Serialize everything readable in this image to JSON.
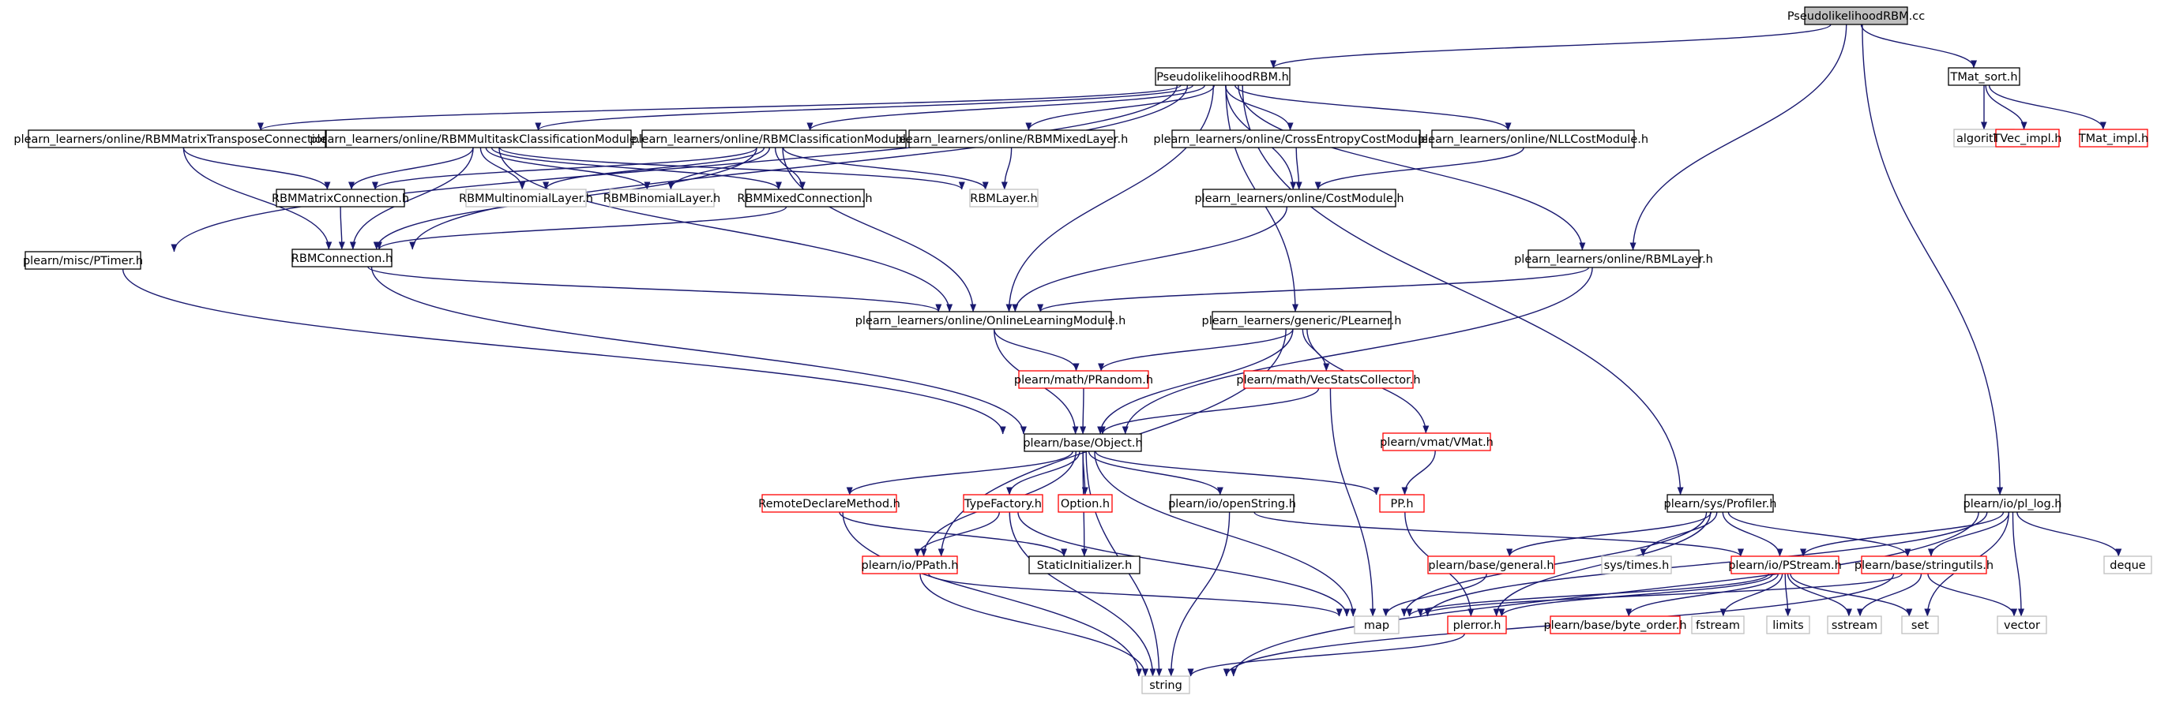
{
  "colors": {
    "edge": "#191970",
    "box_black": "#000000",
    "box_red": "#ff0000",
    "box_gray": "#bfbfbf",
    "root_fill": "#bfbfbf",
    "text": "#000000"
  },
  "nodes": [
    {
      "id": "root",
      "label": "PseudolikelihoodRBM.cc",
      "style": "root"
    },
    {
      "id": "prbmh",
      "label": "PseudolikelihoodRBM.h",
      "style": "black"
    },
    {
      "id": "tmatsort",
      "label": "TMat_sort.h",
      "style": "black"
    },
    {
      "id": "algorithm",
      "label": "algorithm",
      "style": "gray"
    },
    {
      "id": "tvecimpl",
      "label": "TVec_impl.h",
      "style": "red"
    },
    {
      "id": "tmatimpl",
      "label": "TMat_impl.h",
      "style": "red"
    },
    {
      "id": "ptimer",
      "label": "plearn/misc/PTimer.h",
      "style": "black"
    },
    {
      "id": "rbmmtc",
      "label": "plearn_learners/online/RBMMatrixTransposeConnection.h",
      "style": "black"
    },
    {
      "id": "rbmmtcm",
      "label": "plearn_learners/online/RBMMultitaskClassificationModule.h",
      "style": "black"
    },
    {
      "id": "rbmcm",
      "label": "plearn_learners/online/RBMClassificationModule.h",
      "style": "black"
    },
    {
      "id": "rbmmixedlayer",
      "label": "plearn_learners/online/RBMMixedLayer.h",
      "style": "black"
    },
    {
      "id": "crossentropy",
      "label": "plearn_learners/online/CrossEntropyCostModule.h",
      "style": "black"
    },
    {
      "id": "nllcost",
      "label": "plearn_learners/online/NLLCostModule.h",
      "style": "black"
    },
    {
      "id": "rbmmatrixconn",
      "label": "RBMMatrixConnection.h",
      "style": "black"
    },
    {
      "id": "rbmmultinomial",
      "label": "RBMMultinomialLayer.h",
      "style": "gray"
    },
    {
      "id": "rbmbinomial",
      "label": "RBMBinomialLayer.h",
      "style": "gray"
    },
    {
      "id": "rbmmixedconn",
      "label": "RBMMixedConnection.h",
      "style": "black"
    },
    {
      "id": "rbmlayerh",
      "label": "RBMLayer.h",
      "style": "gray"
    },
    {
      "id": "costmodule",
      "label": "plearn_learners/online/CostModule.h",
      "style": "black"
    },
    {
      "id": "rbmconn",
      "label": "RBMConnection.h",
      "style": "black"
    },
    {
      "id": "onlinelm",
      "label": "plearn_learners/online/OnlineLearningModule.h",
      "style": "black"
    },
    {
      "id": "rbmlayerfull",
      "label": "plearn_learners/online/RBMLayer.h",
      "style": "black"
    },
    {
      "id": "plearner",
      "label": "plearn_learners/generic/PLearner.h",
      "style": "black"
    },
    {
      "id": "prandom",
      "label": "plearn/math/PRandom.h",
      "style": "red"
    },
    {
      "id": "vecstats",
      "label": "plearn/math/VecStatsCollector.h",
      "style": "red"
    },
    {
      "id": "vmat",
      "label": "plearn/vmat/VMat.h",
      "style": "red"
    },
    {
      "id": "object",
      "label": "plearn/base/Object.h",
      "style": "black"
    },
    {
      "id": "remotedecl",
      "label": "RemoteDeclareMethod.h",
      "style": "red"
    },
    {
      "id": "typefactory",
      "label": "TypeFactory.h",
      "style": "red"
    },
    {
      "id": "option",
      "label": "Option.h",
      "style": "red"
    },
    {
      "id": "openstring",
      "label": "plearn/io/openString.h",
      "style": "black"
    },
    {
      "id": "pph",
      "label": "PP.h",
      "style": "red"
    },
    {
      "id": "profiler",
      "label": "plearn/sys/Profiler.h",
      "style": "black"
    },
    {
      "id": "pllog",
      "label": "plearn/io/pl_log.h",
      "style": "black"
    },
    {
      "id": "ppath",
      "label": "plearn/io/PPath.h",
      "style": "red"
    },
    {
      "id": "staticinit",
      "label": "StaticInitializer.h",
      "style": "black"
    },
    {
      "id": "general",
      "label": "plearn/base/general.h",
      "style": "red"
    },
    {
      "id": "systimes",
      "label": "sys/times.h",
      "style": "gray"
    },
    {
      "id": "pstream",
      "label": "plearn/io/PStream.h",
      "style": "red"
    },
    {
      "id": "stringutils",
      "label": "plearn/base/stringutils.h",
      "style": "red"
    },
    {
      "id": "deque",
      "label": "deque",
      "style": "gray"
    },
    {
      "id": "map",
      "label": "map",
      "style": "gray"
    },
    {
      "id": "plerror",
      "label": "plerror.h",
      "style": "red"
    },
    {
      "id": "byteorder",
      "label": "plearn/base/byte_order.h",
      "style": "red"
    },
    {
      "id": "fstream",
      "label": "fstream",
      "style": "gray"
    },
    {
      "id": "limits",
      "label": "limits",
      "style": "gray"
    },
    {
      "id": "sstream",
      "label": "sstream",
      "style": "gray"
    },
    {
      "id": "set",
      "label": "set",
      "style": "gray"
    },
    {
      "id": "vector",
      "label": "vector",
      "style": "gray"
    },
    {
      "id": "string",
      "label": "string",
      "style": "gray"
    }
  ],
  "edges": [
    [
      "root",
      "prbmh"
    ],
    [
      "root",
      "tmatsort"
    ],
    [
      "root",
      "rbmlayerfull"
    ],
    [
      "root",
      "pllog"
    ],
    [
      "tmatsort",
      "algorithm"
    ],
    [
      "tmatsort",
      "tvecimpl"
    ],
    [
      "tmatsort",
      "tmatimpl"
    ],
    [
      "prbmh",
      "ptimer"
    ],
    [
      "prbmh",
      "rbmmtc"
    ],
    [
      "prbmh",
      "rbmmtcm"
    ],
    [
      "prbmh",
      "rbmcm"
    ],
    [
      "prbmh",
      "rbmmixedlayer"
    ],
    [
      "prbmh",
      "crossentropy"
    ],
    [
      "prbmh",
      "nllcost"
    ],
    [
      "prbmh",
      "costmodule"
    ],
    [
      "prbmh",
      "rbmconn"
    ],
    [
      "prbmh",
      "onlinelm"
    ],
    [
      "prbmh",
      "rbmlayerfull"
    ],
    [
      "prbmh",
      "plearner"
    ],
    [
      "prbmh",
      "profiler"
    ],
    [
      "ptimer",
      "object"
    ],
    [
      "rbmmtc",
      "rbmmatrixconn"
    ],
    [
      "rbmmtc",
      "rbmconn"
    ],
    [
      "rbmmtcm",
      "rbmmatrixconn"
    ],
    [
      "rbmmtcm",
      "rbmmultinomial"
    ],
    [
      "rbmmtcm",
      "rbmbinomial"
    ],
    [
      "rbmmtcm",
      "rbmmixedconn"
    ],
    [
      "rbmmtcm",
      "rbmlayerh"
    ],
    [
      "rbmmtcm",
      "rbmconn"
    ],
    [
      "rbmmtcm",
      "onlinelm"
    ],
    [
      "rbmcm",
      "rbmmatrixconn"
    ],
    [
      "rbmcm",
      "rbmmultinomial"
    ],
    [
      "rbmcm",
      "rbmbinomial"
    ],
    [
      "rbmcm",
      "rbmmixedconn"
    ],
    [
      "rbmcm",
      "rbmlayerh"
    ],
    [
      "rbmcm",
      "rbmconn"
    ],
    [
      "rbmcm",
      "onlinelm"
    ],
    [
      "rbmmixedlayer",
      "rbmlayerh"
    ],
    [
      "crossentropy",
      "costmodule"
    ],
    [
      "nllcost",
      "costmodule"
    ],
    [
      "rbmmatrixconn",
      "rbmconn"
    ],
    [
      "rbmmixedconn",
      "rbmconn"
    ],
    [
      "costmodule",
      "onlinelm"
    ],
    [
      "rbmconn",
      "onlinelm"
    ],
    [
      "rbmconn",
      "object"
    ],
    [
      "rbmlayerfull",
      "onlinelm"
    ],
    [
      "rbmlayerfull",
      "object"
    ],
    [
      "onlinelm",
      "prandom"
    ],
    [
      "onlinelm",
      "object"
    ],
    [
      "plearner",
      "prandom"
    ],
    [
      "plearner",
      "vecstats"
    ],
    [
      "plearner",
      "vmat"
    ],
    [
      "plearner",
      "object"
    ],
    [
      "plearner",
      "ppath"
    ],
    [
      "prandom",
      "object"
    ],
    [
      "vecstats",
      "object"
    ],
    [
      "vecstats",
      "map"
    ],
    [
      "vmat",
      "pph"
    ],
    [
      "object",
      "remotedecl"
    ],
    [
      "object",
      "typefactory"
    ],
    [
      "object",
      "option"
    ],
    [
      "object",
      "openstring"
    ],
    [
      "object",
      "pph"
    ],
    [
      "object",
      "ppath"
    ],
    [
      "object",
      "staticinit"
    ],
    [
      "object",
      "map"
    ],
    [
      "object",
      "string"
    ],
    [
      "remotedecl",
      "staticinit"
    ],
    [
      "remotedecl",
      "string"
    ],
    [
      "typefactory",
      "ppath"
    ],
    [
      "typefactory",
      "map"
    ],
    [
      "typefactory",
      "string"
    ],
    [
      "openstring",
      "pstream"
    ],
    [
      "openstring",
      "string"
    ],
    [
      "pph",
      "plerror"
    ],
    [
      "ppath",
      "map"
    ],
    [
      "ppath",
      "string"
    ],
    [
      "profiler",
      "general"
    ],
    [
      "profiler",
      "systimes"
    ],
    [
      "profiler",
      "pstream"
    ],
    [
      "profiler",
      "stringutils"
    ],
    [
      "profiler",
      "map"
    ],
    [
      "profiler",
      "plerror"
    ],
    [
      "pllog",
      "pstream"
    ],
    [
      "pllog",
      "stringutils"
    ],
    [
      "pllog",
      "deque"
    ],
    [
      "pllog",
      "map"
    ],
    [
      "pllog",
      "set"
    ],
    [
      "pllog",
      "vector"
    ],
    [
      "pllog",
      "string"
    ],
    [
      "general",
      "map"
    ],
    [
      "pstream",
      "map"
    ],
    [
      "pstream",
      "plerror"
    ],
    [
      "pstream",
      "byteorder"
    ],
    [
      "pstream",
      "fstream"
    ],
    [
      "pstream",
      "limits"
    ],
    [
      "pstream",
      "sstream"
    ],
    [
      "pstream",
      "set"
    ],
    [
      "stringutils",
      "map"
    ],
    [
      "stringutils",
      "sstream"
    ],
    [
      "stringutils",
      "vector"
    ],
    [
      "stringutils",
      "string"
    ],
    [
      "plerror",
      "string"
    ]
  ]
}
